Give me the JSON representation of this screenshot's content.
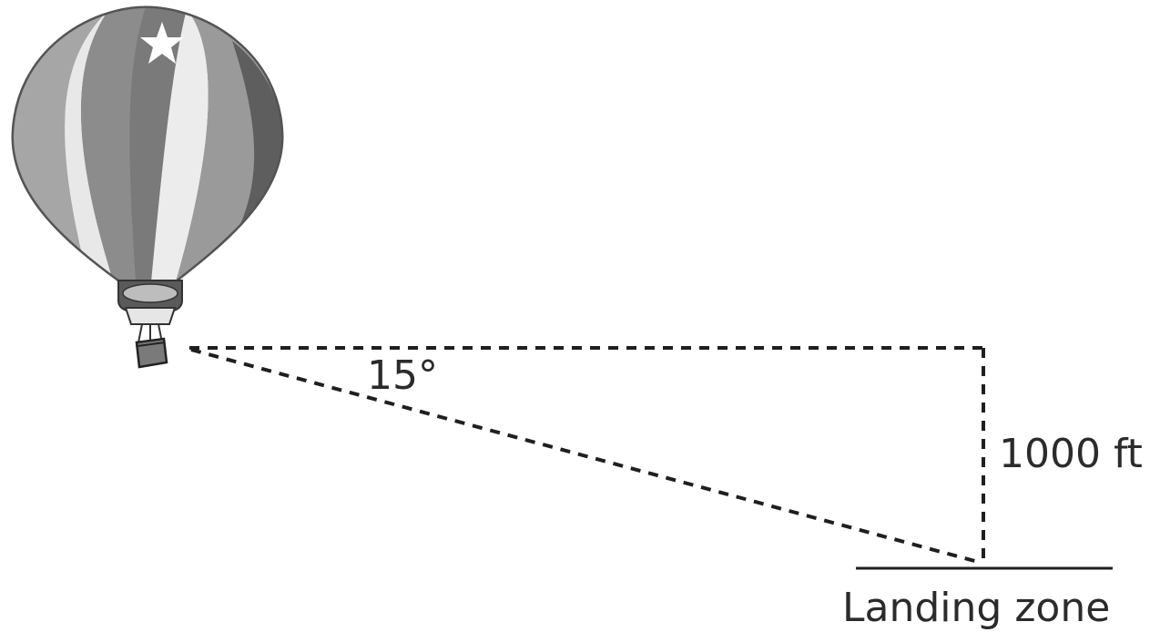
{
  "diagram": {
    "angle_label": "15°",
    "height_label": "1000 ft",
    "ground_label": "Landing zone",
    "balloon_icon": "hot-air-balloon-icon",
    "star_icon": "star-icon"
  }
}
